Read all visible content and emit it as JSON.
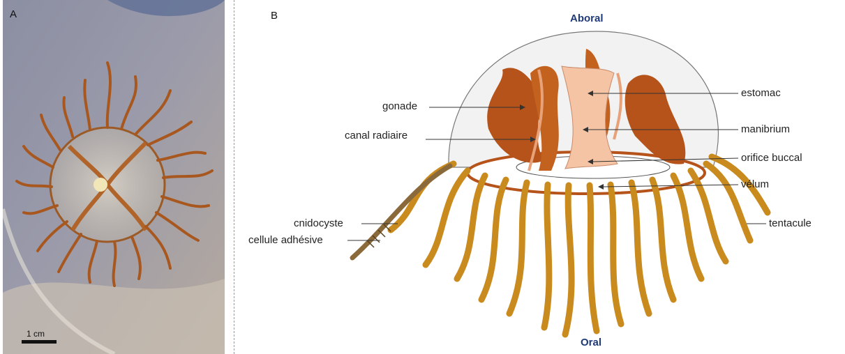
{
  "panel_a": {
    "letter": "A",
    "scale_bar_label": "1 cm"
  },
  "panel_b": {
    "letter": "B",
    "top_label": "Aboral",
    "bottom_label": "Oral",
    "labels": {
      "gonade": "gonade",
      "canal_radiaire": "canal radiaire",
      "cnidocyste": "cnidocyste",
      "cellule_adhesive": "cellule adhésive",
      "estomac": "estomac",
      "manibrium": "manibrium",
      "orifice_buccal": "orifice buccal",
      "velum": "vélum",
      "tentacule": "tentacule"
    }
  },
  "colors": {
    "tentacle": "#c98a1e",
    "gonad": "#b5531b",
    "gonad_light": "#e8a27a",
    "manubrium": "#f4c4a4",
    "axis_label": "#1f3a78"
  }
}
